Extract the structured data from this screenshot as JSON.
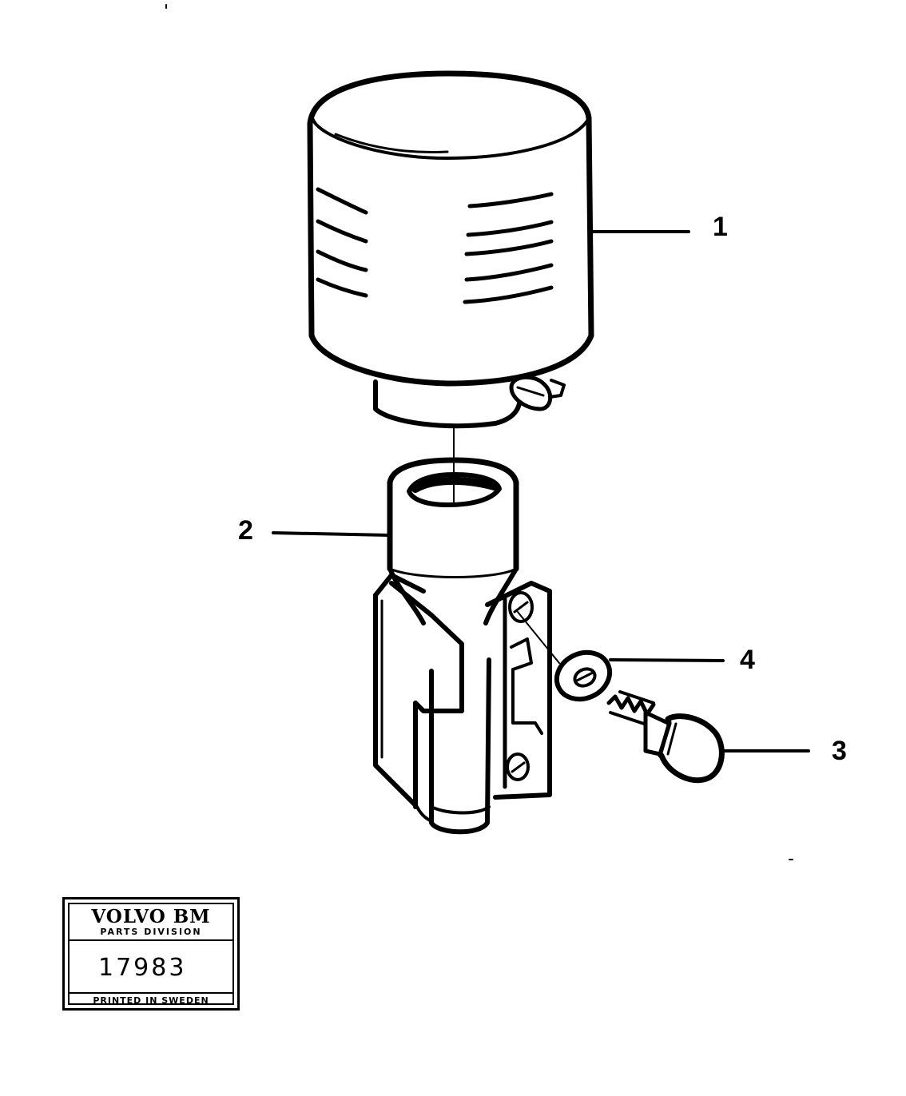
{
  "callouts": {
    "item_1": "1",
    "item_2": "2",
    "item_3": "3",
    "item_4": "4"
  },
  "stamp": {
    "brand": "VOLVO BM",
    "division": "PARTS DIVISION",
    "number": "17983",
    "printed": "PRINTED IN SWEDEN"
  },
  "colors": {
    "ink": "#000000",
    "paper": "#ffffff"
  }
}
